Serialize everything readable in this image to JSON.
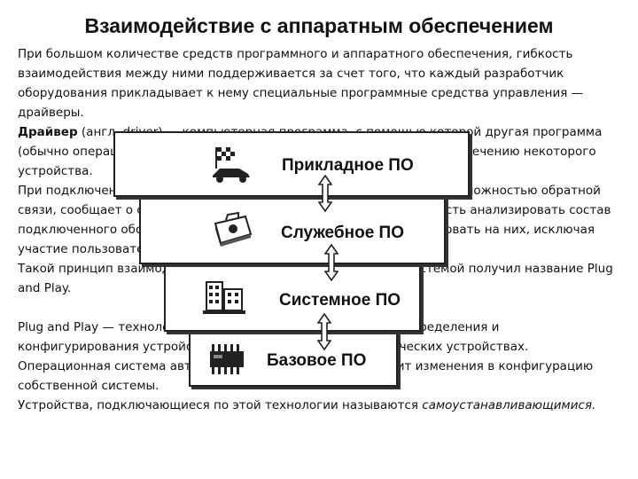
{
  "title": "Взаимодействие с аппаратным обеспечением",
  "paragraphs": {
    "p1": "При большом количестве средств программного и аппаратного обеспечения, гибкость взаимодействия между ними поддерживается за счет того, что каждый разработчик оборудования прикладывает к нему специальные программные средства управления — драйверы.",
    "p2_bold": "Драйвер",
    "p2_rest": " (англ. driver) — компьютерная программа, с помощью которой другая программа (обычно операционная система) получает доступ к аппаратному обеспечению некоторого устройства.",
    "p3": "При подключении нового оборудования, устройство, обладающее возможностью обратной связи, сообщает о себе операционной системе, что дает возможность анализировать состав подключенного оборудования и соответствующим образом реагировать на них, исключая участие пользователя.",
    "p4": "Такой принцип взаимодействия устройства с операционной системой получил название Plug and Play.",
    "p5": "Plug and Play — технология, предназначенная для быстрого определения и конфигурирования устройств в компьютере и других технических устройствах. Операционная система автоматически отслеживает и вносит изменения в конфигурацию собственной системы.",
    "p6_plain": "Устройства, подключающиеся по этой технологии называются ",
    "p6_italic": "самоустанавливающимися."
  },
  "layers": [
    {
      "label": "Прикладное ПО",
      "icon": "checkered-flag-car-icon"
    },
    {
      "label": "Служебное ПО",
      "icon": "toolbox-icon"
    },
    {
      "label": "Системное ПО",
      "icon": "building-icon"
    },
    {
      "label": "Базовое ПО",
      "icon": "chip-icon"
    }
  ]
}
